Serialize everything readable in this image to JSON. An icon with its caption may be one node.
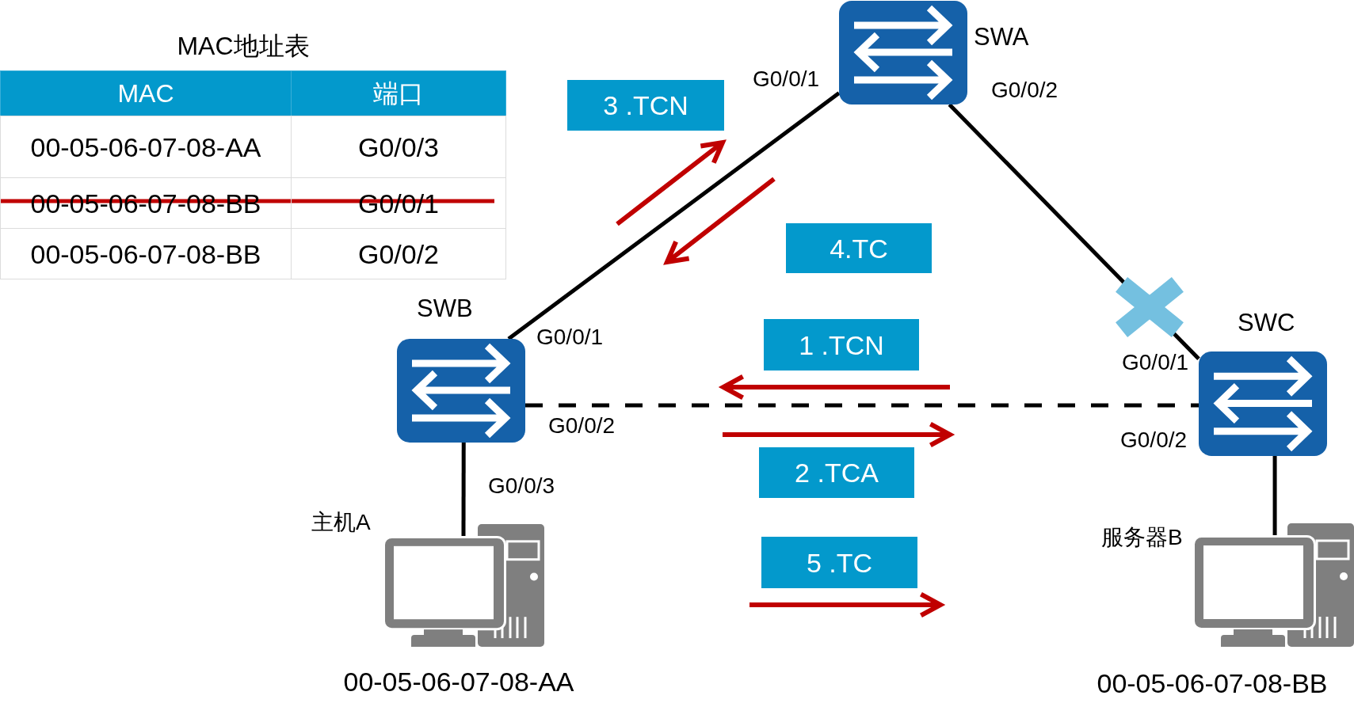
{
  "diagram": {
    "nodes": [
      {
        "text": [
          "SWA"
        ],
        "beside": [
          "G0/0/1",
          "G0/0/2"
        ]
      },
      {
        "text": [
          "SWB"
        ],
        "beside": [
          "G0/0/1",
          "G0/0/2",
          "G0/0/3"
        ]
      },
      {
        "text": [
          "SWC"
        ],
        "beside": [
          "G0/0/1",
          "G0/0/2"
        ]
      },
      {
        "text": [
          "主机A"
        ],
        "beside": [
          "00-05-06-07-08-AA"
        ]
      },
      {
        "text": [
          "服务器B"
        ],
        "beside": [
          "00-05-06-07-08-BB"
        ]
      },
      {
        "text": [
          "1 .TCN"
        ]
      },
      {
        "text": [
          "2 .TCA"
        ]
      },
      {
        "text": [
          "3 .TCN"
        ]
      },
      {
        "text": [
          "4.TC"
        ]
      },
      {
        "text": [
          "5 .TC"
        ]
      }
    ],
    "edges": [
      {
        "from": 0,
        "to": 1,
        "arrow": "none"
      },
      {
        "from": 0,
        "to": 2,
        "arrow": "none"
      },
      {
        "from": 1,
        "to": 2,
        "arrow": "none",
        "style": "dashed"
      },
      {
        "from": 1,
        "to": 3,
        "arrow": "none"
      },
      {
        "from": 2,
        "to": 4,
        "arrow": "none"
      }
    ],
    "labels": [
      "MAC地址表",
      "MAC",
      "端口",
      "00-05-06-07-08-AA",
      "G0/0/3",
      "00-05-06-07-08-BB",
      "G0/0/1",
      "00-05-06-07-08-BB",
      "G0/0/2"
    ]
  }
}
